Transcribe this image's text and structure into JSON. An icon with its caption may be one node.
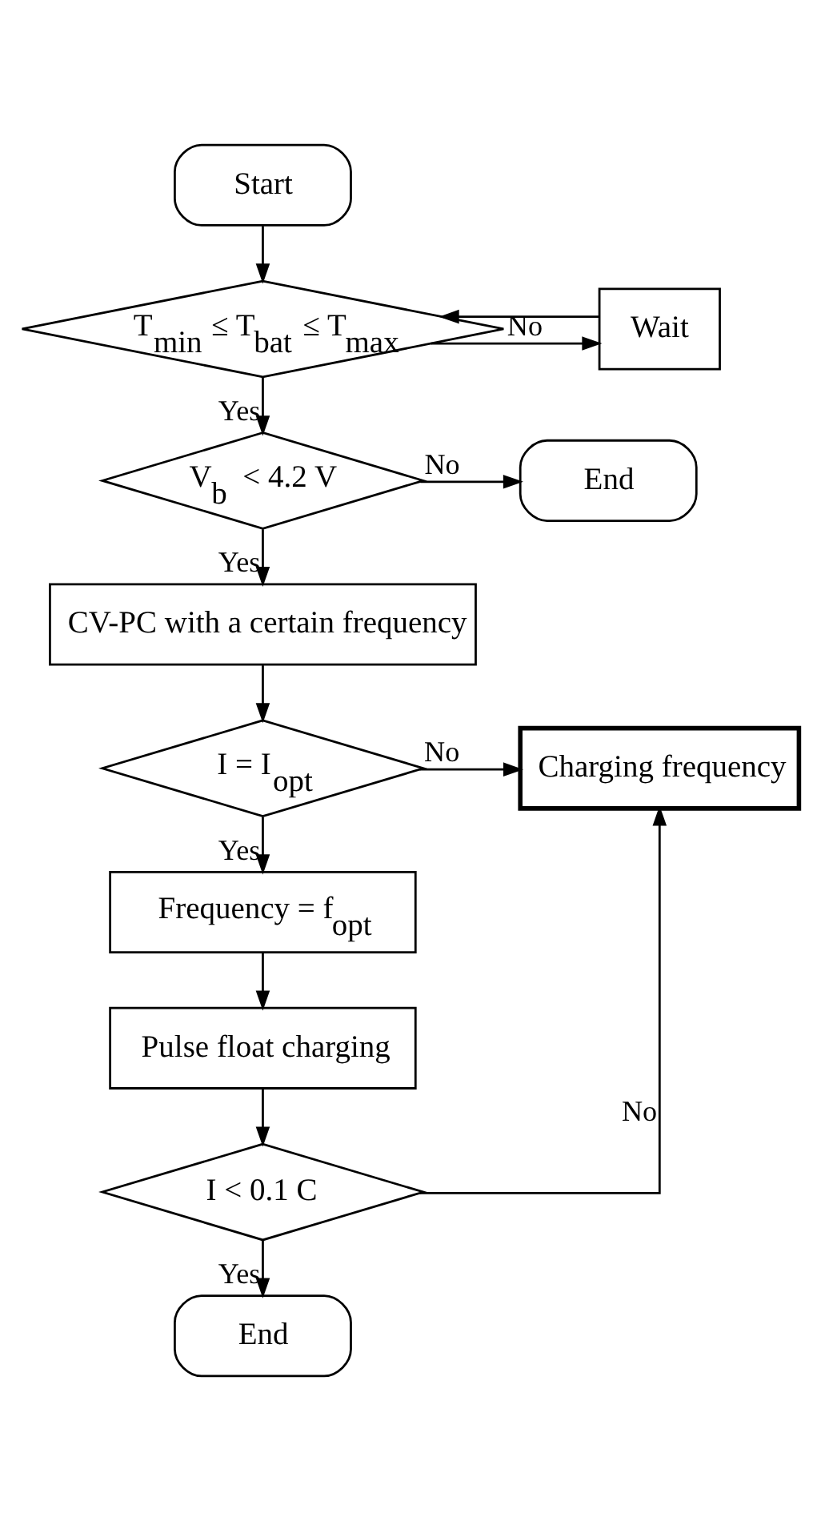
{
  "diagram": {
    "nodes": [
      {
        "text": [
          "Start"
        ]
      },
      {
        "text": [
          "Wait"
        ]
      },
      {
        "text": [
          "T$_{min}$ ≤ T$_{bat}$ ≤ T$_{max}$"
        ]
      },
      {
        "text": [
          "End"
        ]
      },
      {
        "text": [
          "V$_{b}$ < 4.2 V"
        ]
      },
      {
        "text": [
          "CV-PC with a certain frequency"
        ]
      },
      {
        "text": [
          "Charging frequency"
        ]
      },
      {
        "text": [
          "I = I$_{opt}$"
        ]
      },
      {
        "text": [
          "Frequency = f$_{opt}$"
        ]
      },
      {
        "text": [
          "Pulse float charging"
        ]
      },
      {
        "text": [
          "I < 0.1 C"
        ]
      },
      {
        "text": [
          "End"
        ]
      }
    ],
    "edges": [
      {
        "from": 0,
        "to": 2,
        "arrow": "to"
      },
      {
        "from": 2,
        "to": 1,
        "arrow": "to",
        "label": "No"
      },
      {
        "from": 1,
        "to": 2,
        "arrow": "to"
      },
      {
        "from": 2,
        "to": 4,
        "arrow": "to",
        "label": "Yes"
      },
      {
        "from": 4,
        "to": 3,
        "arrow": "to",
        "label": "No"
      },
      {
        "from": 4,
        "to": 5,
        "arrow": "to",
        "label": "Yes"
      },
      {
        "from": 5,
        "to": 7,
        "arrow": "to"
      },
      {
        "from": 7,
        "to": 6,
        "arrow": "to",
        "label": "No"
      },
      {
        "from": 7,
        "to": 8,
        "arrow": "to",
        "label": "Yes"
      },
      {
        "from": 8,
        "to": 9,
        "arrow": "to"
      },
      {
        "from": 9,
        "to": 10,
        "arrow": "to"
      },
      {
        "from": 10,
        "to": 6,
        "arrow": "to",
        "label": "No"
      },
      {
        "from": 10,
        "to": 11,
        "arrow": "to",
        "label": "Yes"
      }
    ]
  }
}
